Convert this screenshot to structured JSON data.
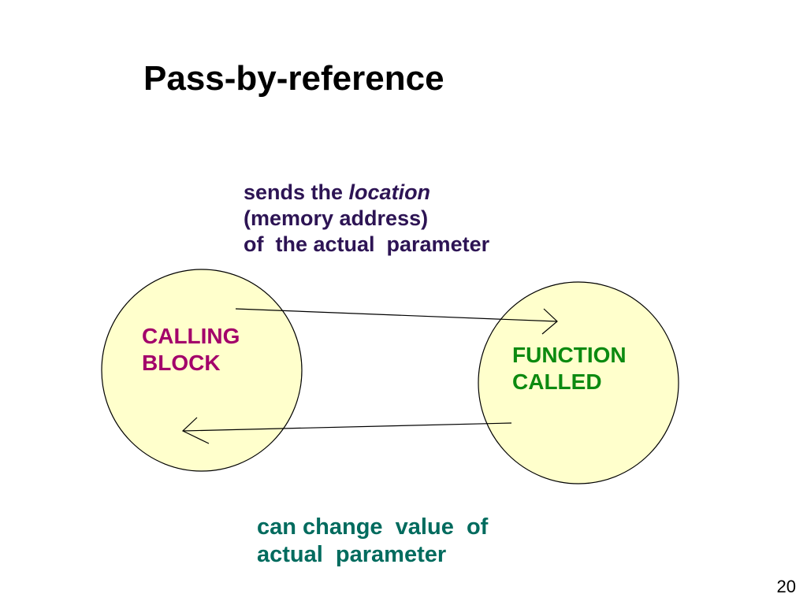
{
  "slide": {
    "title": "Pass-by-reference",
    "page_number": "20"
  },
  "diagram": {
    "top_annotation": {
      "line1_prefix": "sends the ",
      "line1_italic": "location",
      "line2": "(memory address)",
      "line3": "of  the actual  parameter"
    },
    "calling_block": {
      "line1": "CALLING",
      "line2": "BLOCK"
    },
    "function_called": {
      "line1": "FUNCTION",
      "line2": "CALLED"
    },
    "bottom_annotation": {
      "line1": "can change  value  of",
      "line2": "actual  parameter"
    },
    "colors": {
      "circle_fill": "#ffffcc",
      "stroke": "#000000",
      "top_text": "#2d1454",
      "calling_text": "#a3006a",
      "function_text": "#0c8a10",
      "bottom_text": "#006b5e"
    }
  }
}
